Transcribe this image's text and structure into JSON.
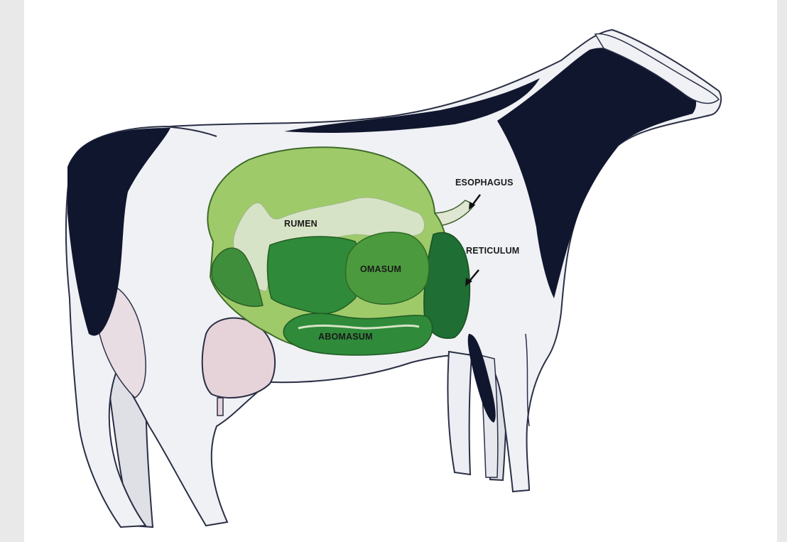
{
  "labels": {
    "esophagus": "ESOPHAGUS",
    "rumen": "RUMEN",
    "reticulum": "RETICULUM",
    "omasum": "OMASUM",
    "abomasum": "ABOMASUM"
  },
  "colors": {
    "background": "#e9e9e9",
    "panel": "#ffffff",
    "cow_body": "#f0f1f5",
    "cow_patch": "#10162e",
    "outline": "#2a2f45",
    "udder": "#e6d3da",
    "rumen_green": "#9fca6a",
    "rumen_lumen": "#d7e3c6",
    "omasum_green": "#4c9a3e",
    "dark_green": "#2f8a3a",
    "reticulum_green": "#1f6e33"
  }
}
